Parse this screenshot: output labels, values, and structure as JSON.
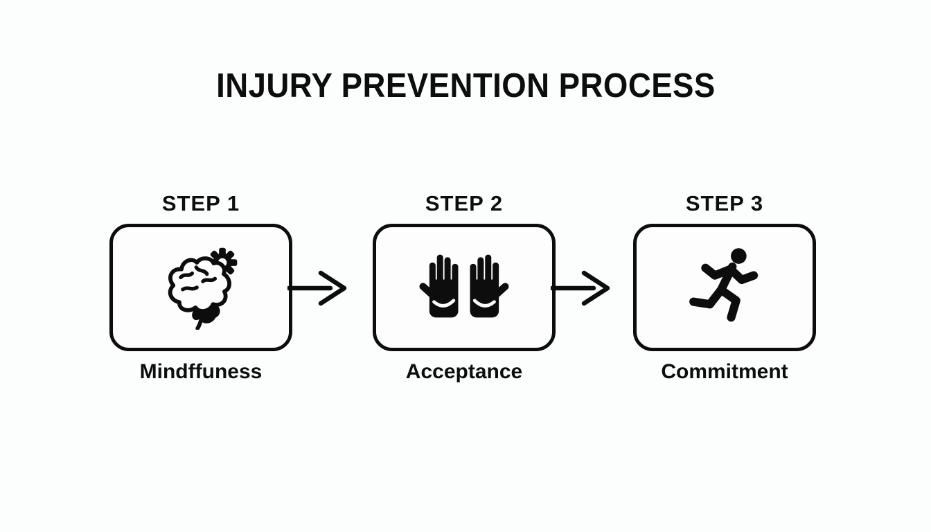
{
  "title": "INJURY PREVENTION PROCESS",
  "steps": [
    {
      "heading": "STEP 1",
      "label": "Mindffuness",
      "icon": "brain-with-gear"
    },
    {
      "heading": "STEP 2",
      "label": "Acceptance",
      "icon": "open-hands"
    },
    {
      "heading": "STEP 3",
      "label": "Commitment",
      "icon": "running-person"
    }
  ],
  "arrows": {
    "count": 2,
    "direction": "right"
  },
  "colors": {
    "background": "#fcfdfd",
    "ink": "#0d0d0d"
  }
}
